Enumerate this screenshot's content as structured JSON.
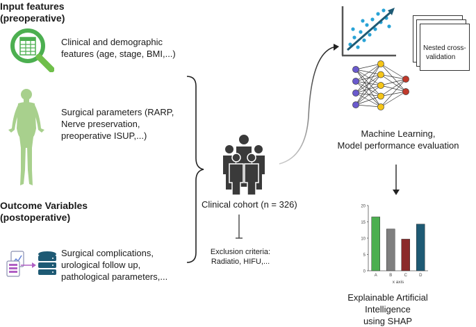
{
  "input": {
    "heading_line1": "Input features",
    "heading_line2": "(preoperative)",
    "item1": {
      "line1": "Clinical and demographic",
      "line2": "features (age, stage, BMI,...)"
    },
    "item2": {
      "line1": "Surgical parameters (RARP,",
      "line2": "Nerve preservation,",
      "line3": "preoperative ISUP,...)"
    }
  },
  "outcome": {
    "heading_line1": "Outcome Variables",
    "heading_line2": "(postoperative)",
    "item": {
      "line1": "Surgical complications,",
      "line2": "urological follow up,",
      "line3": "pathological parameters,..."
    }
  },
  "cohort": {
    "label": "Clinical cohort (n = 326)"
  },
  "exclusion": {
    "line1": "Exclusion criteria:",
    "line2": "Radiatio, HIFU,..."
  },
  "ml": {
    "nested_line1": "Nested cross-",
    "nested_line2": "validation",
    "caption_line1": "Machine Learning,",
    "caption_line2": "Model performance evaluation"
  },
  "xai": {
    "caption_line1": "Explainable Artificial Intelligence",
    "caption_line2": "using SHAP"
  },
  "colors": {
    "green": "#4caf50",
    "light_green": "#a8d08d",
    "person": "#3a3a3a",
    "teal": "#1e5a74",
    "scatter_dot": "#29a3d6",
    "node_purple": "#6a5acd",
    "node_yellow": "#f5c518",
    "node_red": "#c0392b"
  },
  "chart_data": {
    "type": "bar",
    "categories": [
      "A",
      "B",
      "C",
      "D"
    ],
    "values": [
      16.5,
      12.8,
      9.7,
      14.3
    ],
    "bar_colors": [
      "#4caf50",
      "#7f7f7f",
      "#8b2a2a",
      "#1e5a74"
    ],
    "title": "",
    "xlabel": "x axis",
    "ylabel": "",
    "ylim": [
      0,
      20
    ],
    "yticks": [
      0,
      5,
      10,
      15,
      20
    ],
    "grid": false
  }
}
